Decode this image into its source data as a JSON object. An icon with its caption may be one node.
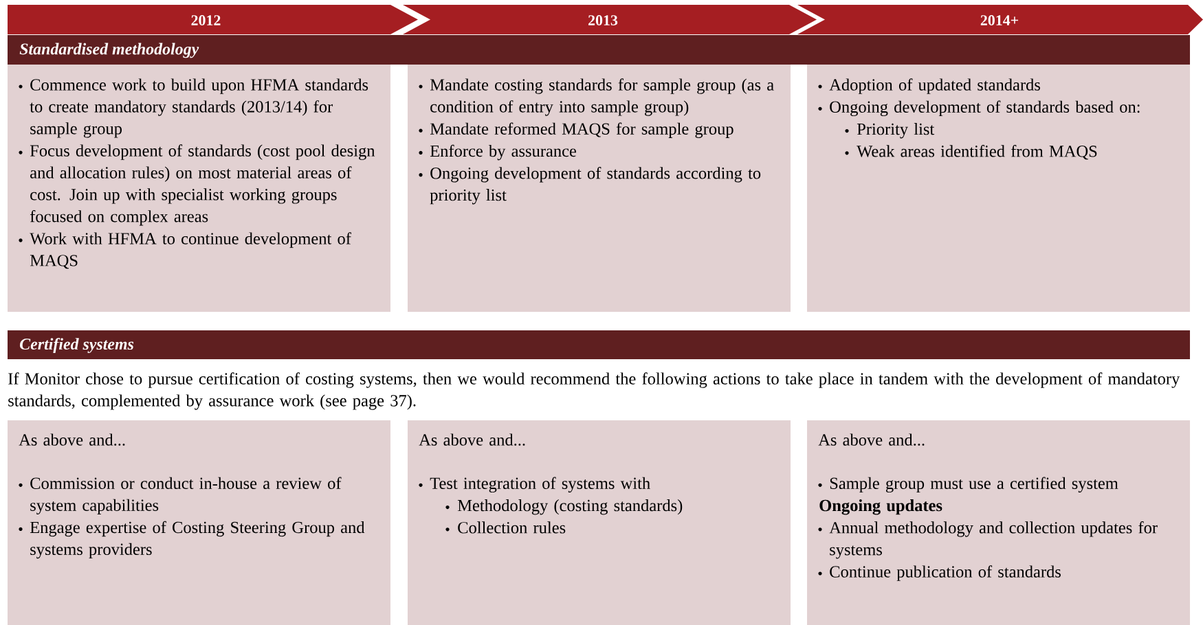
{
  "diagram": {
    "nodes": [
      {
        "text": [
          "2012"
        ]
      },
      {
        "text": [
          "2013"
        ]
      },
      {
        "text": [
          "2014+"
        ]
      },
      {
        "text": [
          "Standardised methodology"
        ]
      },
      {
        "text": [
          "Commence work to build upon HFMA standards to create mandatory standards (2013/14) for sample group",
          "Focus development of standards (cost pool design and allocation rules) on most material areas of cost. Join up with specialist working groups focused on complex areas",
          "Work with HFMA to continue development of MAQS"
        ]
      },
      {
        "text": [
          "Mandate costing standards for sample group (as a condition of entry into sample group)",
          "Mandate reformed MAQS for sample group",
          "Enforce by assurance",
          "Ongoing development of standards according to priority list"
        ]
      },
      {
        "text": [
          "Adoption of updated standards",
          "Ongoing development of standards based on:",
          "Priority list",
          "Weak areas identified from MAQS"
        ]
      },
      {
        "text": [
          "Certified systems"
        ]
      },
      {
        "text": [
          "As above and...",
          "Commission or conduct in-house a review of system capabilities",
          "Engage expertise of Costing Steering Group and systems providers"
        ]
      },
      {
        "text": [
          "As above and...",
          "Test integration of systems with",
          "Methodology (costing standards)",
          "Collection rules"
        ]
      },
      {
        "text": [
          "As above and...",
          "Sample group must use a certified system",
          "Ongoing updates",
          "Annual methodology and collection updates for systems",
          "Continue publication of standards"
        ]
      }
    ],
    "labels": [
      "If Monitor chose to pursue certification of costing systems, then we would recommend the following actions to take place in tandem with the development of mandatory standards, complemented by assurance work (see page 37)."
    ]
  }
}
